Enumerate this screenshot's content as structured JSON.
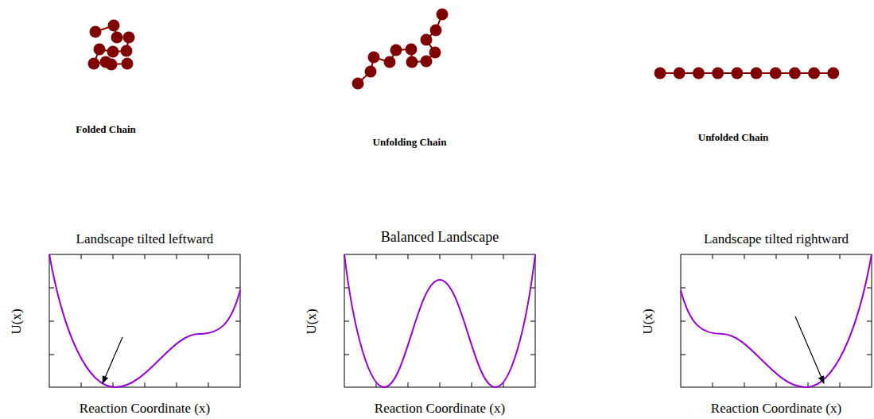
{
  "diagram": {
    "labels": [
      "Folded Chain",
      "Unfolding Chain",
      "Unfolded Chain",
      "Landscape tilted leftward",
      "U(x)",
      "Reaction Coordinate (x)",
      "Balanced Landscape",
      "U(x)",
      "Reaction Coordinate (x)",
      "Landscape tilted rightward",
      "U(x)",
      "Reaction Coordinate (x)"
    ]
  }
}
